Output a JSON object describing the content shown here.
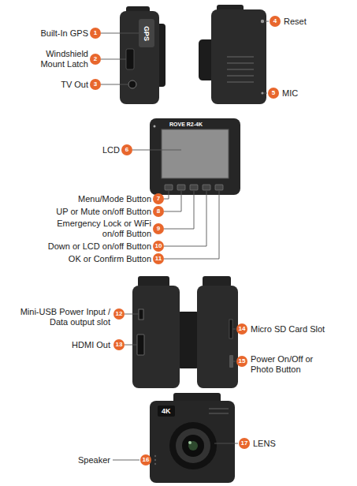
{
  "diagram": {
    "labels": [
      "Built-In GPS",
      "1",
      "GPS",
      "Windshield Mount Latch",
      "2",
      "TV Out",
      "3",
      "4",
      "Reset",
      "5",
      "MIC",
      "ROVE R2-4K",
      "LCD",
      "6",
      "Menu/Mode Button",
      "7",
      "UP or Mute on/off Button",
      "8",
      "Emergency Lock or WiFi on/off Button",
      "9",
      "Down or LCD on/off Button",
      "10",
      "OK or Confirm Button",
      "11",
      "Mini-USB Power Input / Data output slot",
      "12",
      "HDMI Out",
      "13",
      "14",
      "Micro SD Card Slot",
      "15",
      "Power On/Off or Photo Button",
      "4K",
      "Speaker",
      "16",
      "17",
      "LENS"
    ]
  }
}
